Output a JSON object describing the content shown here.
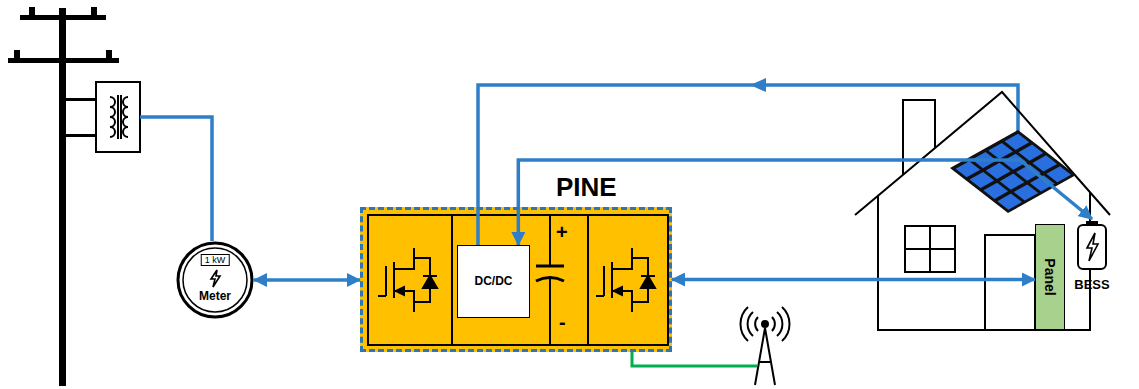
{
  "diagram": {
    "nodes": [
      {
        "text": [
          "1 kW",
          "Meter"
        ]
      },
      {
        "text": [
          "PINE"
        ]
      },
      {
        "text": [
          "DC/DC"
        ],
        "in": 1
      },
      {
        "text": [
          "Panel"
        ]
      },
      {
        "text": [
          "BESS"
        ]
      }
    ],
    "edges": [
      {
        "from": 0,
        "to": 1,
        "arrow": "both"
      },
      {
        "from": 2,
        "to": 4,
        "arrow": "both"
      },
      {
        "from": 1,
        "to": 3,
        "arrow": "both"
      }
    ],
    "labels": [
      "+",
      "-"
    ]
  }
}
